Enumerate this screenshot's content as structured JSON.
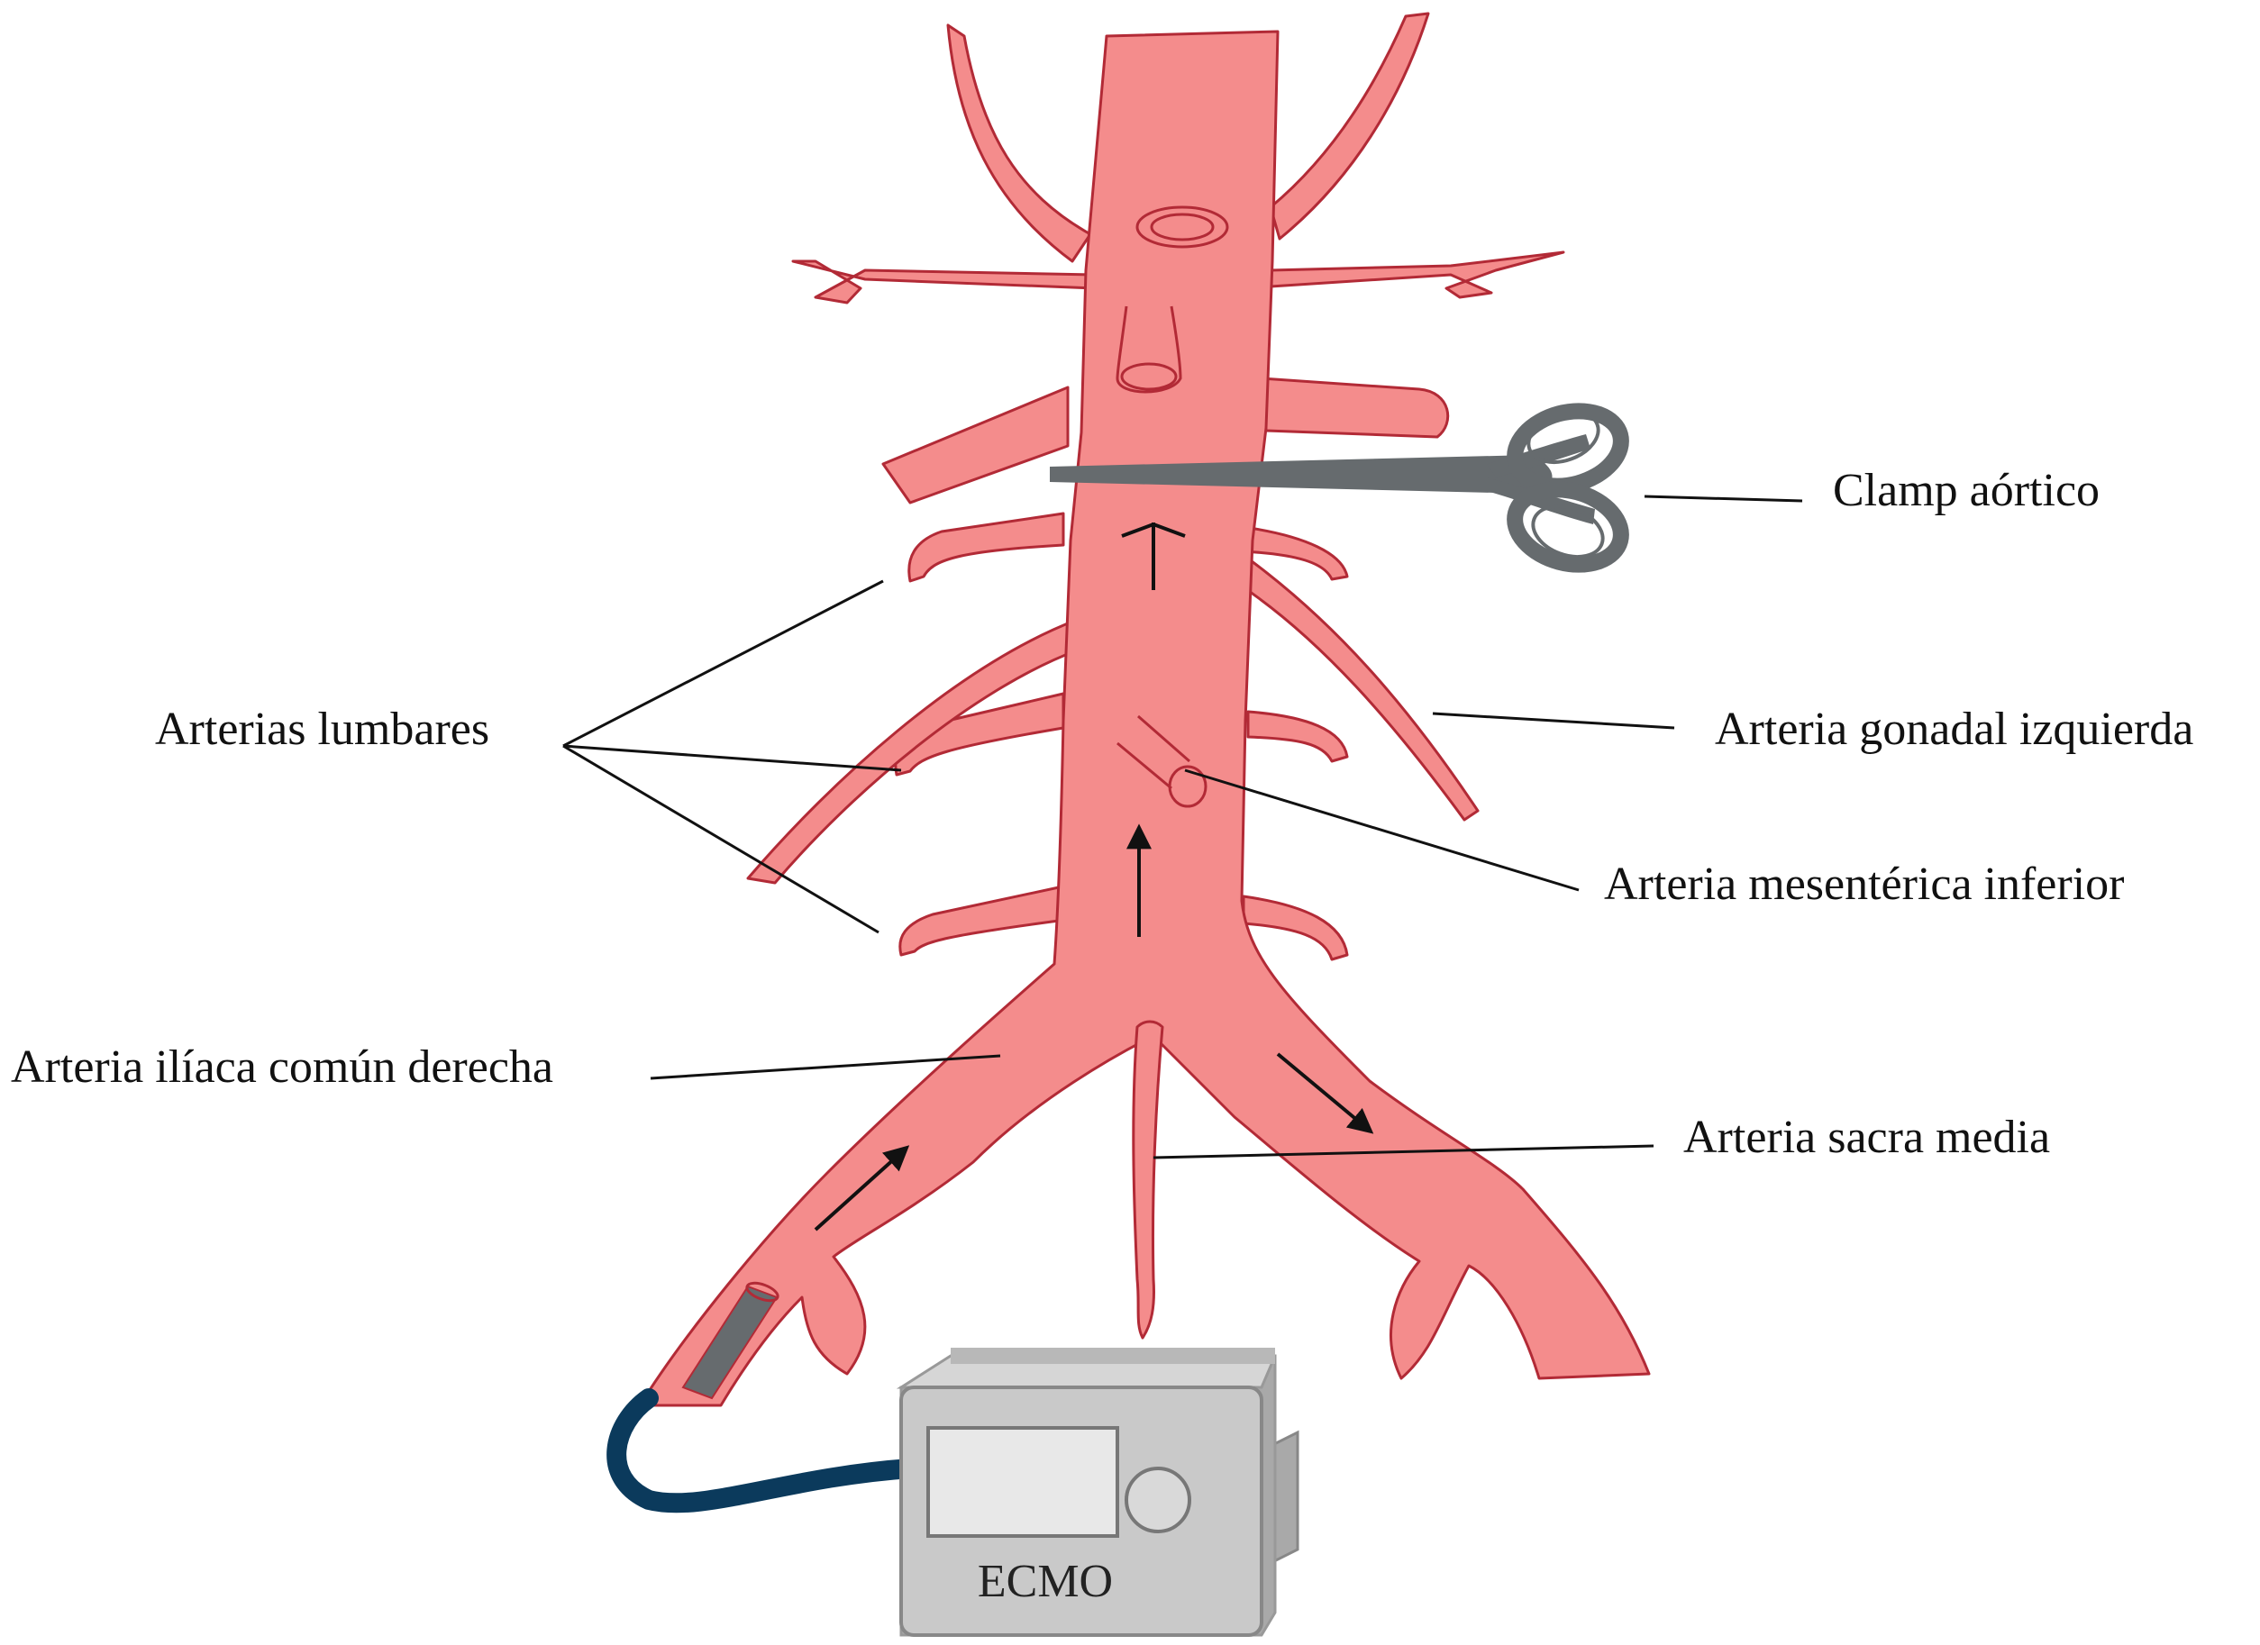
{
  "labels": {
    "clamp": "Clamp aórtico",
    "lumbar": "Arterias lumbares",
    "gonadal": "Arteria gonadal izquierda",
    "mesenteric": "Arteria mesentérica inferior",
    "iliac": "Arteria ilíaca común derecha",
    "sacral": "Arteria sacra media",
    "ecmo": "ECMO"
  },
  "colors": {
    "artery_fill": "#f48c8c",
    "artery_stroke": "#b22a36",
    "clamp": "#666b6e",
    "cannula_tube": "#0b3a5c",
    "ecmo_body": "#c9c9c9",
    "ecmo_screen": "#e8e8e8"
  },
  "icons": {
    "clamp": "scissors-clamp-icon",
    "ecmo": "ecmo-machine-icon",
    "flow": "flow-arrow-icon"
  }
}
